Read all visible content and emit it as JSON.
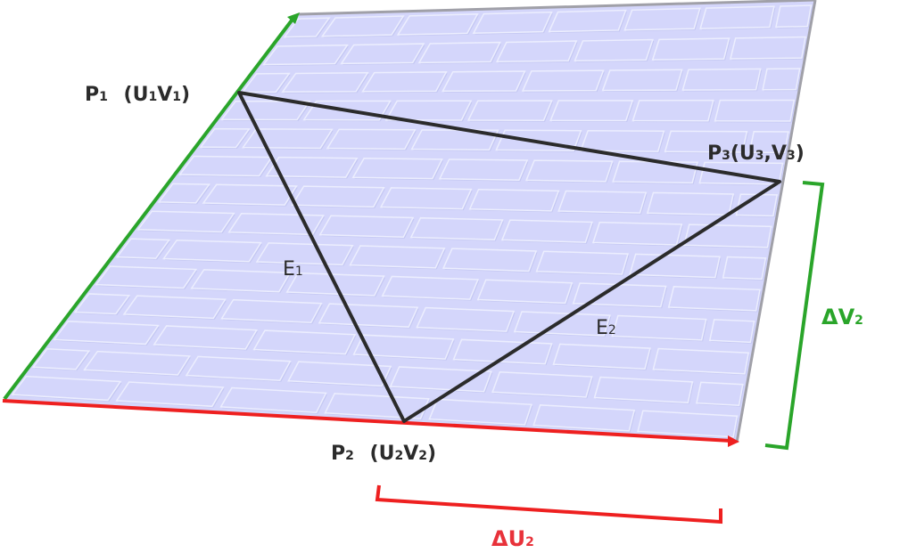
{
  "points": {
    "p1": {
      "name": "P",
      "sub": "1",
      "coords": [
        [
          "(U",
          ""
        ],
        [
          "",
          "1"
        ],
        [
          "V",
          ""
        ],
        [
          "",
          "1"
        ],
        [
          ")",
          ""
        ]
      ]
    },
    "p2": {
      "name": "P",
      "sub": "2",
      "coords": [
        [
          "(U",
          ""
        ],
        [
          "",
          "2"
        ],
        [
          "V",
          ""
        ],
        [
          "",
          "2"
        ],
        [
          ")",
          ""
        ]
      ]
    },
    "p3": {
      "name": "P",
      "sub": "3",
      "coords": [
        [
          "(U",
          ""
        ],
        [
          "",
          "3"
        ],
        [
          ",V",
          ""
        ],
        [
          "",
          "3"
        ],
        [
          ")",
          ""
        ]
      ]
    }
  },
  "edges": {
    "e1": {
      "name": "E",
      "sub": "1"
    },
    "e2": {
      "name": "E",
      "sub": "2"
    }
  },
  "deltas": {
    "du": {
      "prefix": "ΔU",
      "sub": "2",
      "color": "#e8323a"
    },
    "dv": {
      "prefix": "ΔV",
      "sub": "2",
      "color": "#2aa52a"
    }
  },
  "colors": {
    "plane_fill": "#d4d6fb",
    "brick_mortar": "#eceefe",
    "brick_shadow": "#b7bbeb",
    "u_axis": "#ee2020",
    "v_axis": "#2aa52a",
    "triangle": "#2b2b2b",
    "plane_edge": "#a0a0a8"
  }
}
